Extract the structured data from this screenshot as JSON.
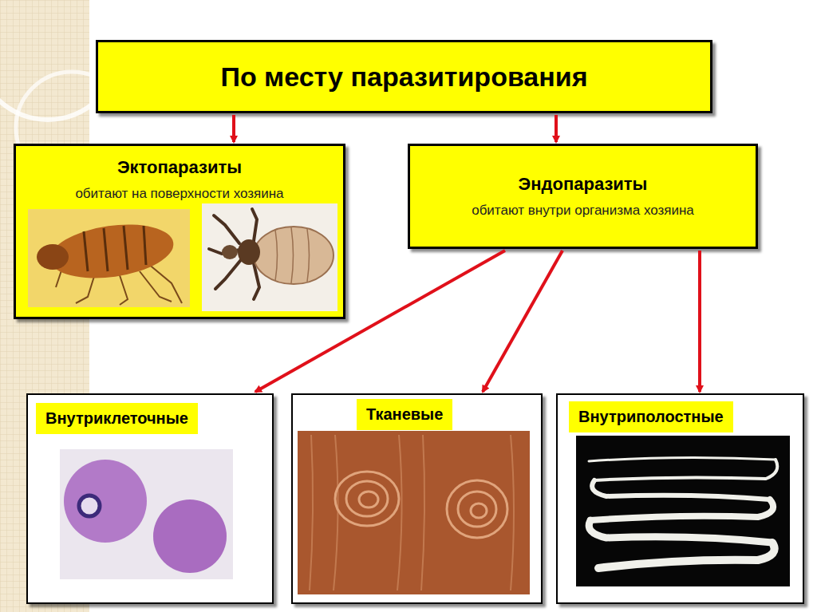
{
  "diagram": {
    "nodes": [
      {
        "text": [
          "По месту паразитирования"
        ]
      },
      {
        "text": [
          "Эктопаразиты",
          "обитают на поверхности хозяина"
        ]
      },
      {
        "text": [
          "Эндопаразиты",
          "обитают внутри организма хозяина"
        ]
      },
      {
        "text": [
          "Внутриклеточные"
        ]
      },
      {
        "text": [
          "Тканевые"
        ]
      },
      {
        "text": [
          "Внутриполостные"
        ]
      }
    ],
    "edges": [
      {
        "from": 0,
        "to": 1,
        "arrow": "to"
      },
      {
        "from": 0,
        "to": 2,
        "arrow": "to"
      },
      {
        "from": 2,
        "to": 3,
        "arrow": "to"
      },
      {
        "from": 2,
        "to": 4,
        "arrow": "to"
      },
      {
        "from": 2,
        "to": 5,
        "arrow": "to"
      }
    ]
  }
}
